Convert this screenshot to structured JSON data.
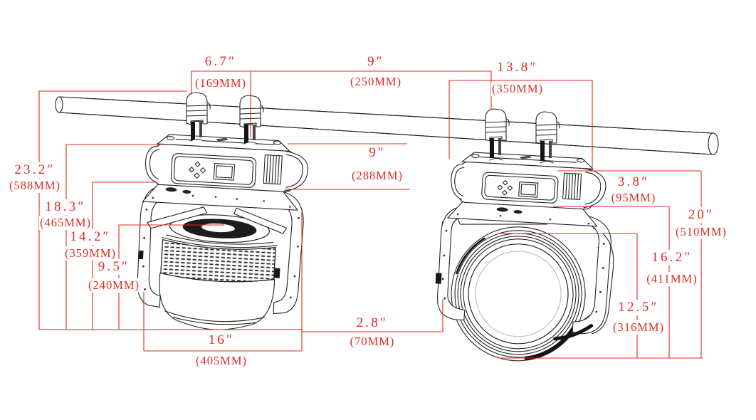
{
  "figure": {
    "kind": "technical dimension diagram",
    "subject": "moving head stage light mounted on truss pipe, two hanging views with clamp brackets"
  },
  "colors": {
    "dimension_red": "#e02b22",
    "line_black": "#242424",
    "background": "#ffffff"
  },
  "dimensions": {
    "clamp_spacing": {
      "inches": "6.7″",
      "mm": "(169MM)"
    },
    "pipe_gap": {
      "inches": "9″",
      "mm": "(250MM)"
    },
    "bracket_span": {
      "inches": "13.8″",
      "mm": "(350MM)"
    },
    "base_height": {
      "inches": "9″",
      "mm": "(288MM)"
    },
    "total_height": {
      "inches": "23.2″",
      "mm": "(588MM)"
    },
    "height_base_bottom": {
      "inches": "18.3″",
      "mm": "(465MM)"
    },
    "height_yoke_top": {
      "inches": "14.2″",
      "mm": "(359MM)"
    },
    "head_top_height": {
      "inches": "9.5″",
      "mm": "(240MM)"
    },
    "head_width": {
      "inches": "16″",
      "mm": "(405MM)"
    },
    "fixture_gap": {
      "inches": "2.8″",
      "mm": "(70MM)"
    },
    "clamp_to_base": {
      "inches": "3.8″",
      "mm": "(95MM)"
    },
    "hang_height": {
      "inches": "20″",
      "mm": "(510MM)"
    },
    "below_base_height": {
      "inches": "16.2″",
      "mm": "(411MM)"
    },
    "head_diameter": {
      "inches": "12.5″",
      "mm": "(316MM)"
    }
  }
}
